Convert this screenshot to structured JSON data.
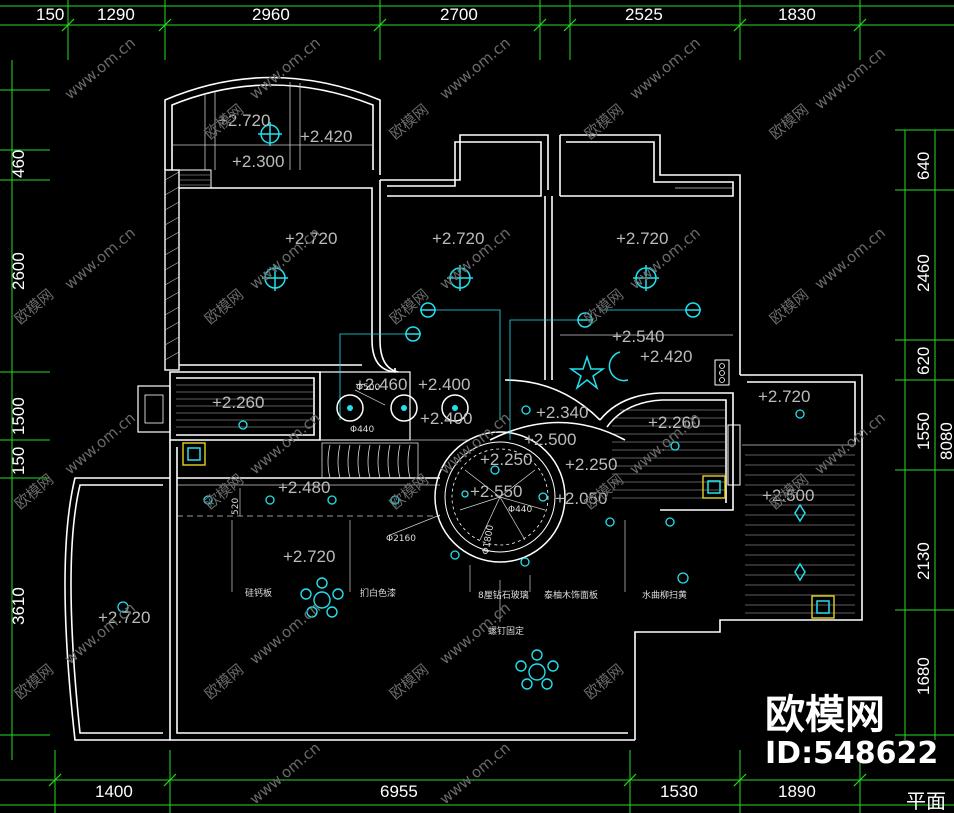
{
  "colors": {
    "background": "#000000",
    "dimension_lines": "#22dd22",
    "fixtures": "#22e0ee",
    "walls": "#ffffff",
    "accent": "#e6d21e"
  },
  "dimensions": {
    "top": [
      "150",
      "1290",
      "2960",
      "2700",
      "2525",
      "1830"
    ],
    "bottom": [
      "1400",
      "6955",
      "1530",
      "1890"
    ],
    "left": [
      "460",
      "2600",
      "1500",
      "150",
      "3610"
    ],
    "right": [
      "640",
      "2460",
      "620",
      "1550",
      "2130",
      "1680"
    ],
    "right_overall": "8080"
  },
  "elevations": {
    "balcony_top": [
      "+2.720",
      "+2.420",
      "+2.300"
    ],
    "bedroom_left": "+2.720",
    "bedroom_mid": "+2.720",
    "bedroom_right": "+2.720",
    "mid_right": [
      "+2.540",
      "+2.420"
    ],
    "corridor_left": "+2.260",
    "wash": [
      "+2.460",
      "+2.400",
      "+2.400"
    ],
    "right_small": "+2.720",
    "right_corridor": "+2.260",
    "right_room": "+2.500",
    "circle": [
      "+2.340",
      "+2.500",
      "+2.250",
      "+2.250",
      "+2.550",
      "+2.050"
    ],
    "living_strip": "+2.480",
    "living": "+2.720",
    "left_room": "+2.720"
  },
  "annotations": {
    "d500": "Φ500",
    "d440a": "Φ440",
    "d440b": "Φ440",
    "d2160": "Φ2160",
    "d1800": "Φ1800",
    "d520": "520",
    "note1": "硅钙板",
    "note2": "扪白色漆",
    "note3": "8厘钻石玻璃",
    "note4": "泰柚木饰面板",
    "note5": "水曲柳扫黄",
    "note6": "螺钉固定"
  },
  "watermark": {
    "cn": "欧模网",
    "url": "www.om.cn"
  },
  "brand": {
    "name": "欧模网",
    "id": "ID:548622"
  },
  "title_fragment": "平面"
}
